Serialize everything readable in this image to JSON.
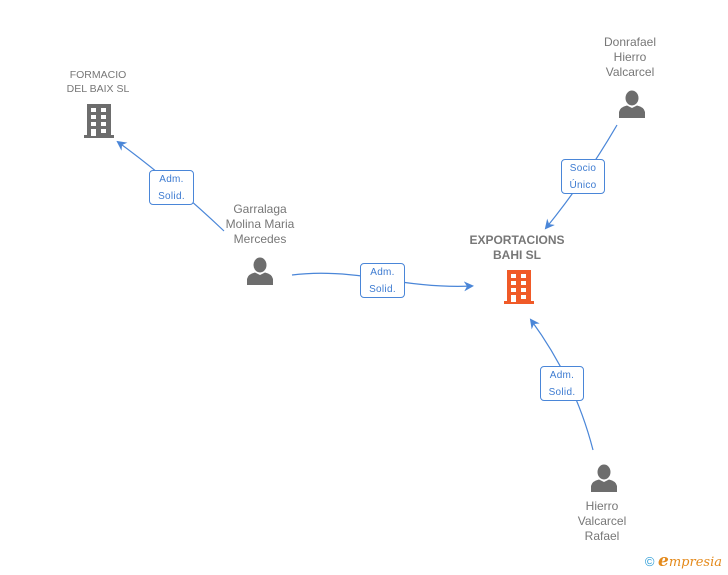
{
  "colors": {
    "edge": "#4a86d8",
    "person_icon": "#6d6d6d",
    "company_icon": "#6d6d6d",
    "main_company_icon": "#f05a28",
    "label_text": "#777777",
    "relation_text": "#3d7bd1"
  },
  "nodes": [
    {
      "id": "formacio",
      "type": "company",
      "icon": "building-icon",
      "label": "FORMACIO\nDEL BAIX SL"
    },
    {
      "id": "donrafael",
      "type": "person",
      "icon": "person-icon",
      "label": "Donrafael\nHierro\nValcarcel"
    },
    {
      "id": "garralaga",
      "type": "person",
      "icon": "person-icon",
      "label": "Garralaga\nMolina Maria\nMercedes"
    },
    {
      "id": "exportacions",
      "type": "company",
      "icon": "building-icon",
      "label": "EXPORTACIONS\nBAHI SL",
      "main": true
    },
    {
      "id": "hierro",
      "type": "person",
      "icon": "person-icon",
      "label": "Hierro\nValcarcel\nRafael"
    }
  ],
  "edges": [
    {
      "from": "garralaga",
      "to": "formacio",
      "label": "Adm.\nSolid."
    },
    {
      "from": "garralaga",
      "to": "exportacions",
      "label": "Adm.\nSolid."
    },
    {
      "from": "donrafael",
      "to": "exportacions",
      "label": "Socio\nÚnico"
    },
    {
      "from": "hierro",
      "to": "exportacions",
      "label": "Adm.\nSolid."
    }
  ],
  "footer": {
    "copyright_symbol": "©",
    "brand_initial": "e",
    "brand_rest": "mpresia"
  }
}
